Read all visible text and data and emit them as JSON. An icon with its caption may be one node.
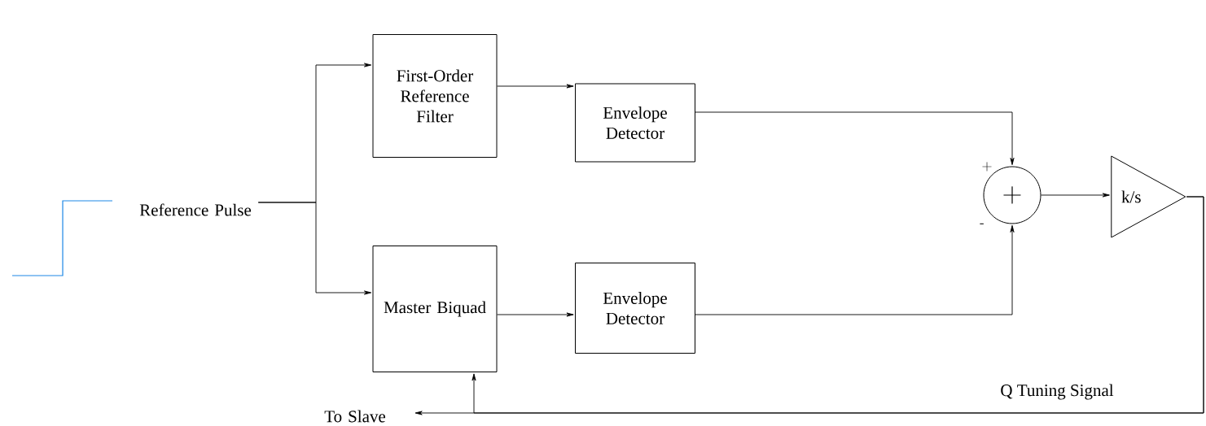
{
  "diagram": {
    "nodes": [
      {
        "text": [
          "Reference Pulse"
        ]
      },
      {
        "text": [
          "First-Order Reference Filter"
        ]
      },
      {
        "text": [
          "Master Biquad"
        ]
      },
      {
        "text": [
          "Envelope Detector"
        ]
      },
      {
        "text": [
          "Envelope Detector"
        ]
      },
      {
        "text": [
          "+"
        ]
      },
      {
        "text": [
          "k/s"
        ]
      },
      {
        "text": [
          "To Slave"
        ]
      }
    ],
    "edges": [
      {
        "from": 0,
        "to": 1,
        "arrow": "to"
      },
      {
        "from": 0,
        "to": 2,
        "arrow": "to"
      },
      {
        "from": 1,
        "to": 3,
        "arrow": "to"
      },
      {
        "from": 2,
        "to": 4,
        "arrow": "to"
      },
      {
        "from": 3,
        "to": 5,
        "arrow": "to"
      },
      {
        "from": 4,
        "to": 5,
        "arrow": "to"
      },
      {
        "from": 5,
        "to": 6,
        "arrow": "to"
      },
      {
        "from": 6,
        "to": 2,
        "arrow": "to"
      },
      {
        "from": 6,
        "to": 7,
        "arrow": "to",
        "label": "Q Tuning Signal"
      }
    ],
    "labels": [
      "+",
      "-"
    ]
  }
}
